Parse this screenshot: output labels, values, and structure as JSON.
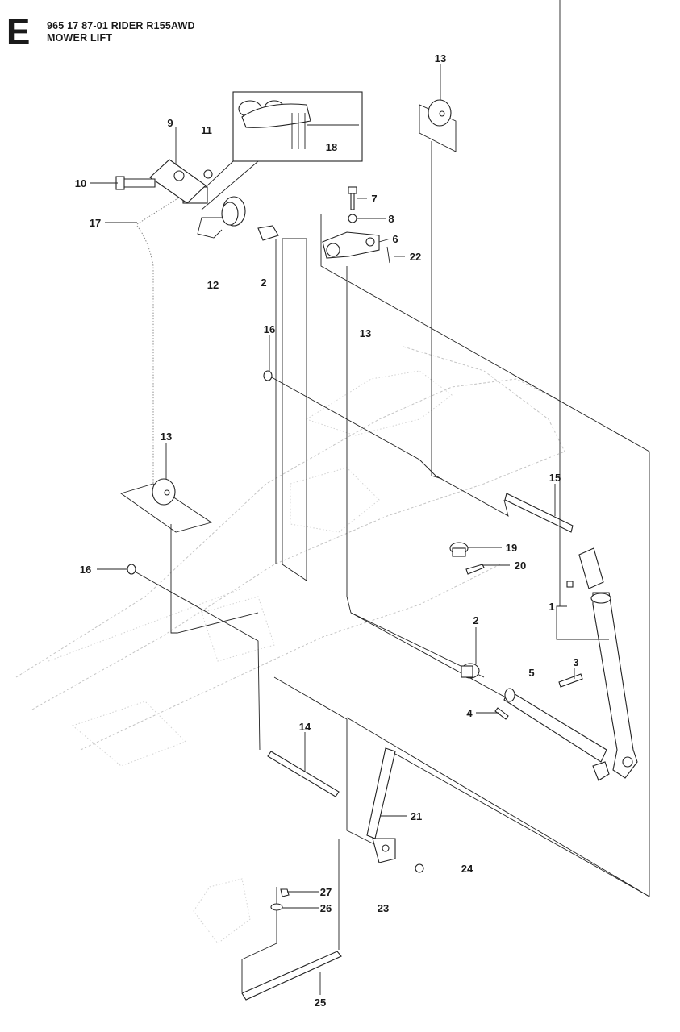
{
  "header": {
    "section_letter": "E",
    "title_line1": "965 17 87-01 RIDER R155AWD",
    "title_line2": "MOWER LIFT"
  },
  "callouts": [
    {
      "id": "c1",
      "text": "1"
    },
    {
      "id": "c2a",
      "text": "2"
    },
    {
      "id": "c2b",
      "text": "2"
    },
    {
      "id": "c3",
      "text": "3"
    },
    {
      "id": "c4",
      "text": "4"
    },
    {
      "id": "c5",
      "text": "5"
    },
    {
      "id": "c6",
      "text": "6"
    },
    {
      "id": "c7",
      "text": "7"
    },
    {
      "id": "c8",
      "text": "8"
    },
    {
      "id": "c9",
      "text": "9"
    },
    {
      "id": "c10",
      "text": "10"
    },
    {
      "id": "c11",
      "text": "11"
    },
    {
      "id": "c12",
      "text": "12"
    },
    {
      "id": "c13a",
      "text": "13"
    },
    {
      "id": "c13b",
      "text": "13"
    },
    {
      "id": "c13c",
      "text": "13"
    },
    {
      "id": "c14",
      "text": "14"
    },
    {
      "id": "c15",
      "text": "15"
    },
    {
      "id": "c16a",
      "text": "16"
    },
    {
      "id": "c16b",
      "text": "16"
    },
    {
      "id": "c17",
      "text": "17"
    },
    {
      "id": "c18",
      "text": "18"
    },
    {
      "id": "c19",
      "text": "19"
    },
    {
      "id": "c20",
      "text": "20"
    },
    {
      "id": "c21",
      "text": "21"
    },
    {
      "id": "c22",
      "text": "22"
    },
    {
      "id": "c23",
      "text": "23"
    },
    {
      "id": "c24",
      "text": "24"
    },
    {
      "id": "c25",
      "text": "25"
    },
    {
      "id": "c26",
      "text": "26"
    },
    {
      "id": "c27",
      "text": "27"
    }
  ]
}
